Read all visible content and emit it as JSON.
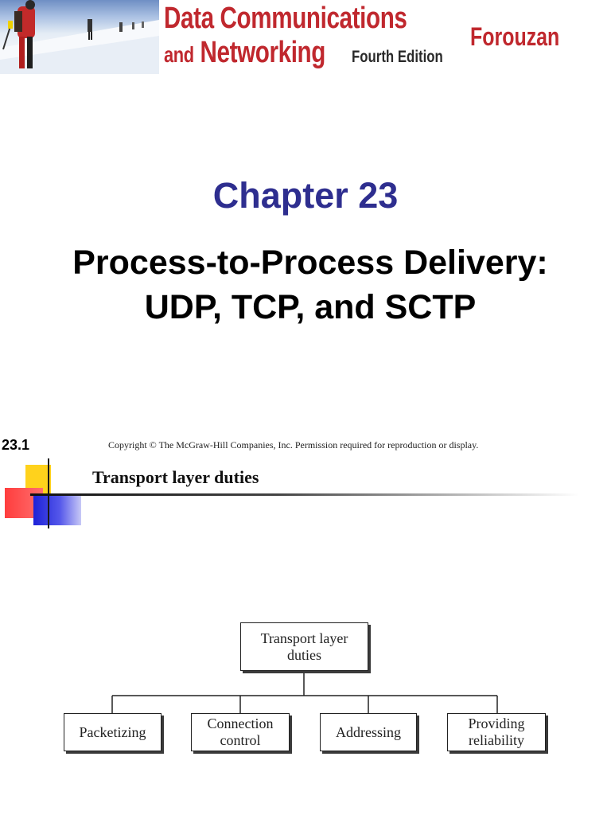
{
  "banner": {
    "book_title_line1": "Data Communications",
    "book_title_line2_and": "and",
    "book_title_line2": "Networking",
    "edition": "Fourth Edition",
    "author": "Forouzan"
  },
  "slide1": {
    "chapter": "Chapter 23",
    "title_line1": "Process-to-Process Delivery:",
    "title_line2": "UDP, TCP, and SCTP"
  },
  "footer": {
    "slide_number": "23.1",
    "copyright": "Copyright © The McGraw-Hill Companies, Inc. Permission required for reproduction or display."
  },
  "slide2": {
    "heading": "Transport layer duties",
    "diagram": {
      "root": [
        "Transport layer",
        "duties"
      ],
      "children": [
        [
          "Packetizing"
        ],
        [
          "Connection",
          "control"
        ],
        [
          "Addressing"
        ],
        [
          "Providing",
          "reliability"
        ]
      ]
    }
  },
  "colors": {
    "title_red": "#c0282e",
    "chapter_blue": "#2e2e8f"
  }
}
